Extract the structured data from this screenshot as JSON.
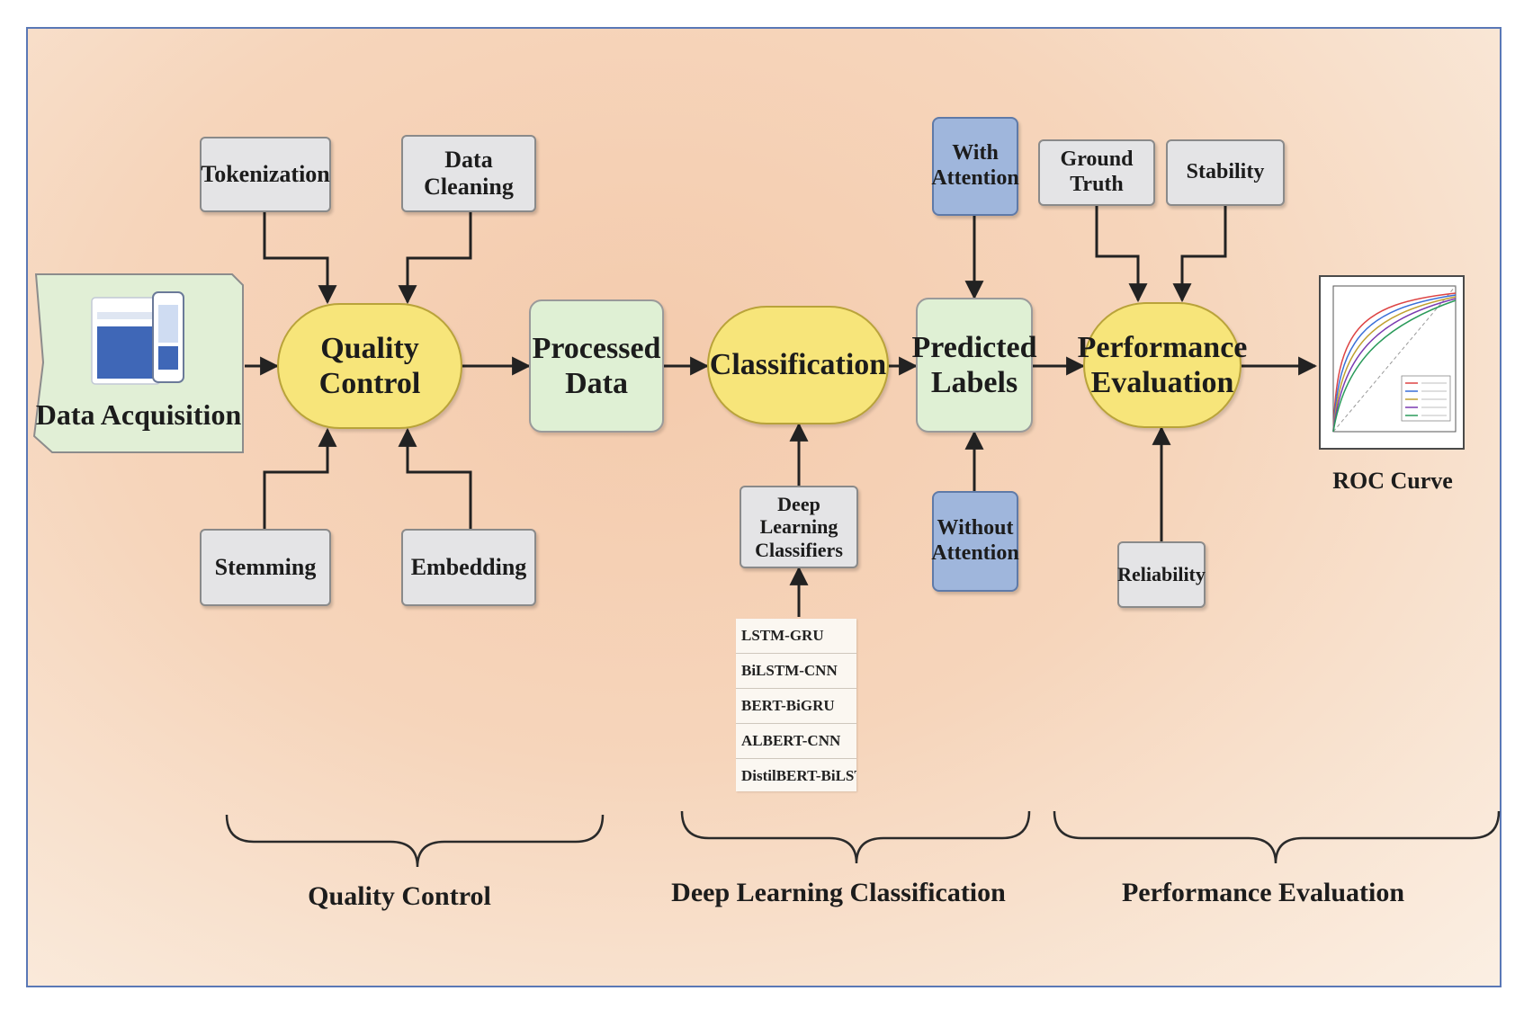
{
  "diagram": {
    "data_acquisition": "Data Acquisition",
    "quality_control": "Quality Control",
    "processed_data": "Processed Data",
    "classification": "Classification",
    "predicted_labels": "Predicted Labels",
    "performance_evaluation": "Performance Evaluation",
    "roc_curve": "ROC Curve",
    "qc_inputs": {
      "tokenization": "Tokenization",
      "data_cleaning": "Data Cleaning",
      "stemming": "Stemming",
      "embedding": "Embedding"
    },
    "deep_learning_classifiers": "Deep Learning Classifiers",
    "classifier_list": [
      "LSTM-GRU",
      "BiLSTM-CNN",
      "BERT-BiGRU",
      "ALBERT-CNN",
      "DistilBERT-BiLSTM"
    ],
    "with_attention": "With Attention",
    "without_attention": "Without Attention",
    "pe_inputs": {
      "ground_truth": "Ground Truth",
      "stability": "Stability",
      "reliability": "Reliability"
    },
    "section_labels": {
      "quality_control": "Quality Control",
      "deep_learning_classification": "Deep Learning Classification",
      "performance_evaluation": "Performance Evaluation"
    }
  },
  "colors": {
    "background": "#f6d5bb",
    "gray_box": "#e4e4e6",
    "green_box": "#dff0d4",
    "yellow_node": "#f7e57a",
    "blue_box": "#9fb6dc",
    "border": "#5a78b6"
  },
  "icons": [
    "device-mockup-icon",
    "roc-plot-thumbnail"
  ]
}
